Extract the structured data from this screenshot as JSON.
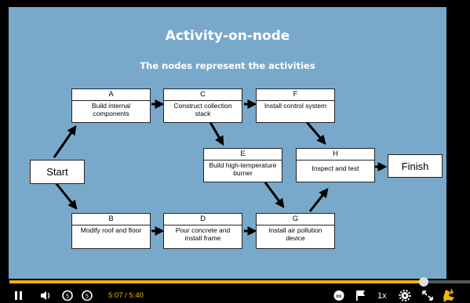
{
  "slide": {
    "title": "Activity-on-node",
    "subtitle": "The nodes represent the activities"
  },
  "nodes": {
    "A": {
      "letter": "A",
      "text": "Build internal components"
    },
    "B": {
      "letter": "B",
      "text": "Modify roof and floor"
    },
    "C": {
      "letter": "C",
      "text": "Construct collection stack"
    },
    "D": {
      "letter": "D",
      "text": "Pour concrete and install frame"
    },
    "E": {
      "letter": "E",
      "text": "Build high-temperature burner"
    },
    "F": {
      "letter": "F",
      "text": "Install control system"
    },
    "G": {
      "letter": "G",
      "text": "Install air pollution device"
    },
    "H": {
      "letter": "H",
      "text": "Inspect and test"
    }
  },
  "start_label": "Start",
  "finish_label": "Finish",
  "player": {
    "current_time": "5:07",
    "separator": " / ",
    "duration": "5:40",
    "speed": "1x",
    "progress_fraction": 0.9,
    "accent_color": "#f2b500"
  }
}
